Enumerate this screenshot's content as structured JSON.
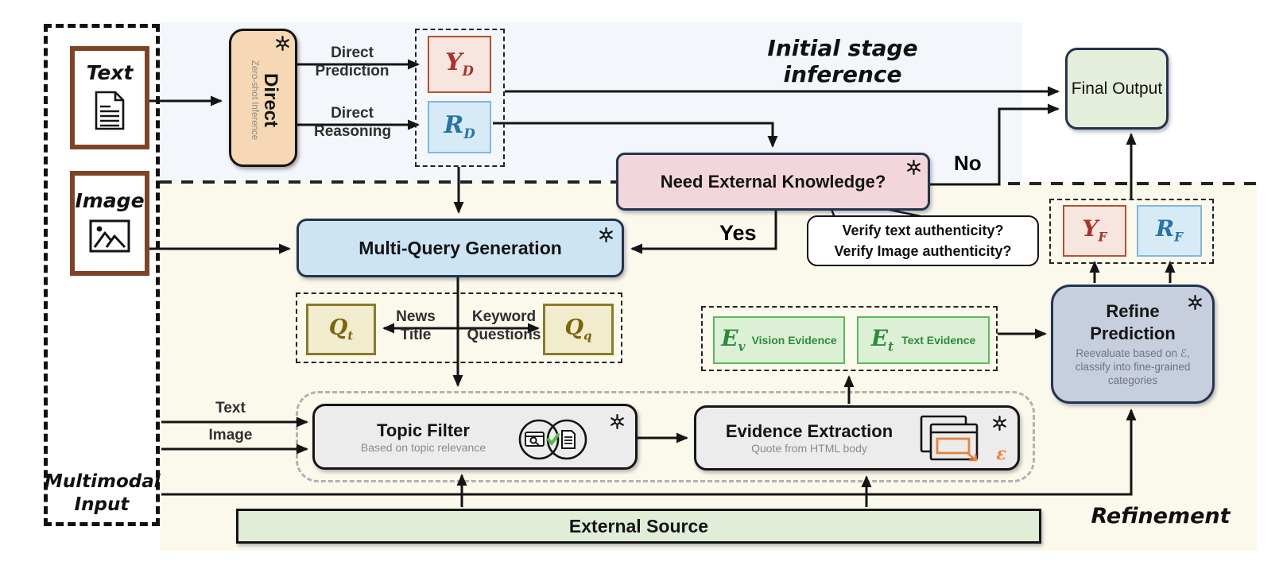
{
  "labels": {
    "initial_stage": "Initial stage inference",
    "refinement": "Refinement",
    "multimodal_input": "Multimodal\nInput",
    "yes": "Yes",
    "no": "No"
  },
  "inputs": {
    "text": "Text",
    "image": "Image"
  },
  "direct_box": {
    "title": "Direct",
    "subtitle": "Zero-shot Inference"
  },
  "edges": {
    "direct_prediction": "Direct\nPrediction",
    "direct_reasoning": "Direct\nReasoning",
    "news_title": "News\nTitle",
    "keyword_questions": "Keyword\nQuestions",
    "topic_text": "Text",
    "topic_image": "Image"
  },
  "initial_outputs": {
    "prediction": {
      "symbol": "Y",
      "sub": "D"
    },
    "reasoning": {
      "symbol": "R",
      "sub": "D"
    }
  },
  "need_external": {
    "question": "Need External Knowledge?"
  },
  "bubble": {
    "line1": "Verify text authenticity?",
    "line2": "Verify Image authenticity?"
  },
  "final_output": {
    "label": "Final Output"
  },
  "multi_query": {
    "label": "Multi-Query Generation"
  },
  "queries": {
    "title_query": {
      "symbol": "Q",
      "sub": "t"
    },
    "keyword_query": {
      "symbol": "Q",
      "sub": "q"
    }
  },
  "topic_filter": {
    "title": "Topic Filter",
    "subtitle": "Based on topic relevance"
  },
  "evidence_extraction": {
    "title": "Evidence Extraction",
    "subtitle": "Quote from HTML body",
    "epsilon": "ε"
  },
  "evidence": {
    "vision": {
      "symbol": "E",
      "sub": "v",
      "label": "Vision Evidence"
    },
    "text": {
      "symbol": "E",
      "sub": "t",
      "label": "Text Evidence"
    }
  },
  "refine": {
    "title": "Refine\nPrediction",
    "subtitle": "Reevaluate based on ℰ, classify into fine-grained categories"
  },
  "final_outputs": {
    "prediction": {
      "symbol": "Y",
      "sub": "F"
    },
    "reasoning": {
      "symbol": "R",
      "sub": "F"
    }
  },
  "external_source": {
    "label": "External Source"
  },
  "colors": {
    "top_region": "#f3f6fa",
    "bottom_region": "#fbf8ec",
    "direct_fill": "#f6d9b4",
    "need_external_fill": "#f3d6dc",
    "multi_query_fill": "#cde4f2",
    "final_output_fill": "#e5eedb",
    "query_fill": "#f1ecce",
    "evidence_fill": "#dcf0d6",
    "process_gray_fill": "#ececec",
    "refine_fill": "#c7cfdf",
    "external_source_fill": "#e1edd7",
    "navy_border": "#24344f",
    "prediction_red": "#aa3226",
    "reasoning_blue": "#2874a6",
    "query_olive": "#7d6608",
    "evidence_green": "#2e8b3a",
    "epsilon_orange": "#e8833a",
    "input_brown": "#7e4426"
  }
}
